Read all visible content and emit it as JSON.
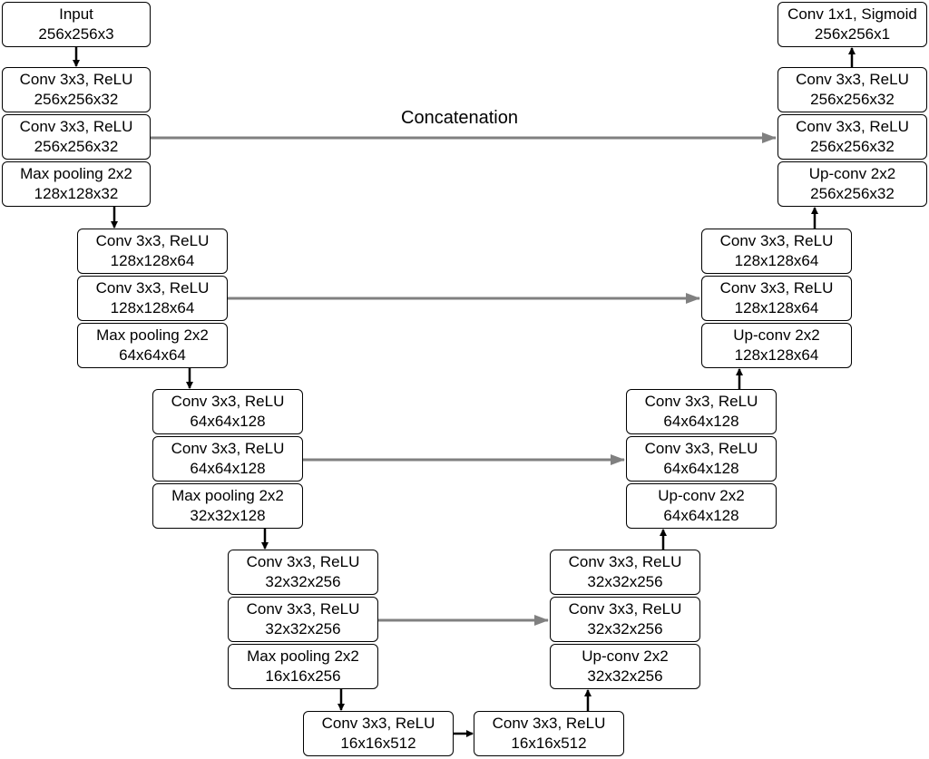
{
  "caption": "Concatenation",
  "encoder": [
    {
      "name": "Input",
      "shape": "256x256x3"
    },
    {
      "name": "Conv 3x3, ReLU",
      "shape": "256x256x32"
    },
    {
      "name": "Conv 3x3, ReLU",
      "shape": "256x256x32"
    },
    {
      "name": "Max pooling 2x2",
      "shape": "128x128x32"
    },
    {
      "name": "Conv 3x3, ReLU",
      "shape": "128x128x64"
    },
    {
      "name": "Conv 3x3, ReLU",
      "shape": "128x128x64"
    },
    {
      "name": "Max pooling 2x2",
      "shape": "64x64x64"
    },
    {
      "name": "Conv 3x3, ReLU",
      "shape": "64x64x128"
    },
    {
      "name": "Conv 3x3, ReLU",
      "shape": "64x64x128"
    },
    {
      "name": "Max pooling 2x2",
      "shape": "32x32x128"
    },
    {
      "name": "Conv 3x3, ReLU",
      "shape": "32x32x256"
    },
    {
      "name": "Conv 3x3, ReLU",
      "shape": "32x32x256"
    },
    {
      "name": "Max pooling 2x2",
      "shape": "16x16x256"
    }
  ],
  "bottleneck": [
    {
      "name": "Conv 3x3, ReLU",
      "shape": "16x16x512"
    },
    {
      "name": "Conv 3x3, ReLU",
      "shape": "16x16x512"
    }
  ],
  "decoder": [
    {
      "name": "Conv 1x1, Sigmoid",
      "shape": "256x256x1"
    },
    {
      "name": "Conv 3x3, ReLU",
      "shape": "256x256x32"
    },
    {
      "name": "Conv 3x3, ReLU",
      "shape": "256x256x32"
    },
    {
      "name": "Up-conv 2x2",
      "shape": "256x256x32"
    },
    {
      "name": "Conv 3x3, ReLU",
      "shape": "128x128x64"
    },
    {
      "name": "Conv 3x3, ReLU",
      "shape": "128x128x64"
    },
    {
      "name": "Up-conv 2x2",
      "shape": "128x128x64"
    },
    {
      "name": "Conv 3x3, ReLU",
      "shape": "64x64x128"
    },
    {
      "name": "Conv 3x3, ReLU",
      "shape": "64x64x128"
    },
    {
      "name": "Up-conv 2x2",
      "shape": "64x64x128"
    },
    {
      "name": "Conv 3x3, ReLU",
      "shape": "32x32x256"
    },
    {
      "name": "Conv 3x3, ReLU",
      "shape": "32x32x256"
    },
    {
      "name": "Up-conv 2x2",
      "shape": "32x32x256"
    }
  ],
  "colors": {
    "flow_arrow": "#000000",
    "skip_arrow": "#808080",
    "box_border": "#000000"
  }
}
